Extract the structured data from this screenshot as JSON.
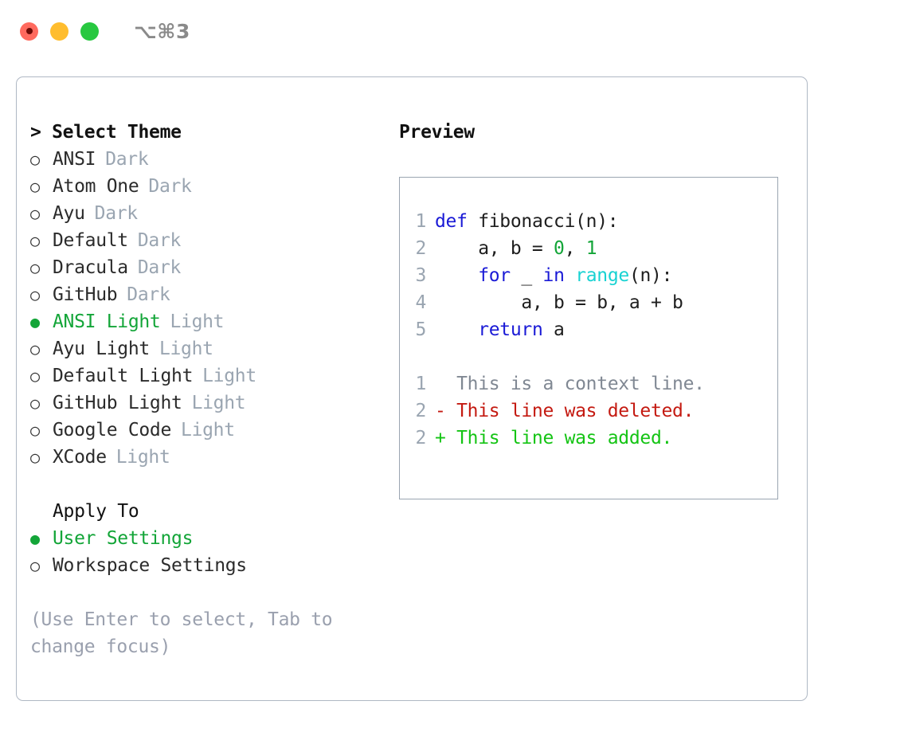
{
  "titlebar": {
    "shortcut": "⌥⌘3",
    "buttons": [
      "close",
      "minimize",
      "zoom"
    ]
  },
  "theme_panel": {
    "header": "> Select Theme",
    "options": [
      {
        "marker": "○",
        "label": "ANSI",
        "badge": "Dark",
        "selected": false
      },
      {
        "marker": "○",
        "label": "Atom One",
        "badge": "Dark",
        "selected": false
      },
      {
        "marker": "○",
        "label": "Ayu",
        "badge": "Dark",
        "selected": false
      },
      {
        "marker": "○",
        "label": "Default",
        "badge": "Dark",
        "selected": false
      },
      {
        "marker": "○",
        "label": "Dracula",
        "badge": "Dark",
        "selected": false
      },
      {
        "marker": "○",
        "label": "GitHub",
        "badge": "Dark",
        "selected": false
      },
      {
        "marker": "●",
        "label": "ANSI Light",
        "badge": "Light",
        "selected": true
      },
      {
        "marker": "○",
        "label": "Ayu Light",
        "badge": "Light",
        "selected": false
      },
      {
        "marker": "○",
        "label": "Default Light",
        "badge": "Light",
        "selected": false
      },
      {
        "marker": "○",
        "label": "GitHub Light",
        "badge": "Light",
        "selected": false
      },
      {
        "marker": "○",
        "label": "Google Code",
        "badge": "Light",
        "selected": false
      },
      {
        "marker": "○",
        "label": "XCode",
        "badge": "Light",
        "selected": false
      }
    ]
  },
  "apply_to": {
    "header": "Apply To",
    "options": [
      {
        "marker": "●",
        "label": "User Settings",
        "selected": true
      },
      {
        "marker": "○",
        "label": "Workspace Settings",
        "selected": false
      }
    ]
  },
  "hint": "(Use Enter to select, Tab to change focus)",
  "preview": {
    "title": "Preview",
    "code_lines": [
      {
        "no": "1",
        "tokens": [
          {
            "t": "def ",
            "c": "kw"
          },
          {
            "t": "fibonacci(n):",
            "c": "plain"
          }
        ]
      },
      {
        "no": "2",
        "tokens": [
          {
            "t": "    a, b = ",
            "c": "plain"
          },
          {
            "t": "0",
            "c": "num"
          },
          {
            "t": ", ",
            "c": "plain"
          },
          {
            "t": "1",
            "c": "num"
          }
        ]
      },
      {
        "no": "3",
        "tokens": [
          {
            "t": "    ",
            "c": "plain"
          },
          {
            "t": "for",
            "c": "kw"
          },
          {
            "t": " _ ",
            "c": "plain"
          },
          {
            "t": "in",
            "c": "kw"
          },
          {
            "t": " ",
            "c": "plain"
          },
          {
            "t": "range",
            "c": "fn"
          },
          {
            "t": "(n):",
            "c": "plain"
          }
        ]
      },
      {
        "no": "4",
        "tokens": [
          {
            "t": "        a, b = b, a + b",
            "c": "plain"
          }
        ]
      },
      {
        "no": "5",
        "tokens": [
          {
            "t": "    ",
            "c": "plain"
          },
          {
            "t": "return",
            "c": "kw"
          },
          {
            "t": " a",
            "c": "plain"
          }
        ]
      }
    ],
    "diff_lines": [
      {
        "no": "1",
        "prefix": "  ",
        "text": "This is a context line.",
        "kind": "ctx"
      },
      {
        "no": "2",
        "prefix": "- ",
        "text": "This line was deleted.",
        "kind": "del"
      },
      {
        "no": "2",
        "prefix": "+ ",
        "text": "This line was added.",
        "kind": "add"
      }
    ]
  },
  "colors": {
    "selected_green": "#13A538",
    "badge_gray": "#9AA5B1",
    "keyword_blue": "#1A1AD6",
    "builtin_cyan": "#18D2D2",
    "number_green": "#13A538",
    "diff_add": "#14C414",
    "diff_del": "#C41A11",
    "diff_ctx": "#808893",
    "border": "#AFB8C4"
  }
}
